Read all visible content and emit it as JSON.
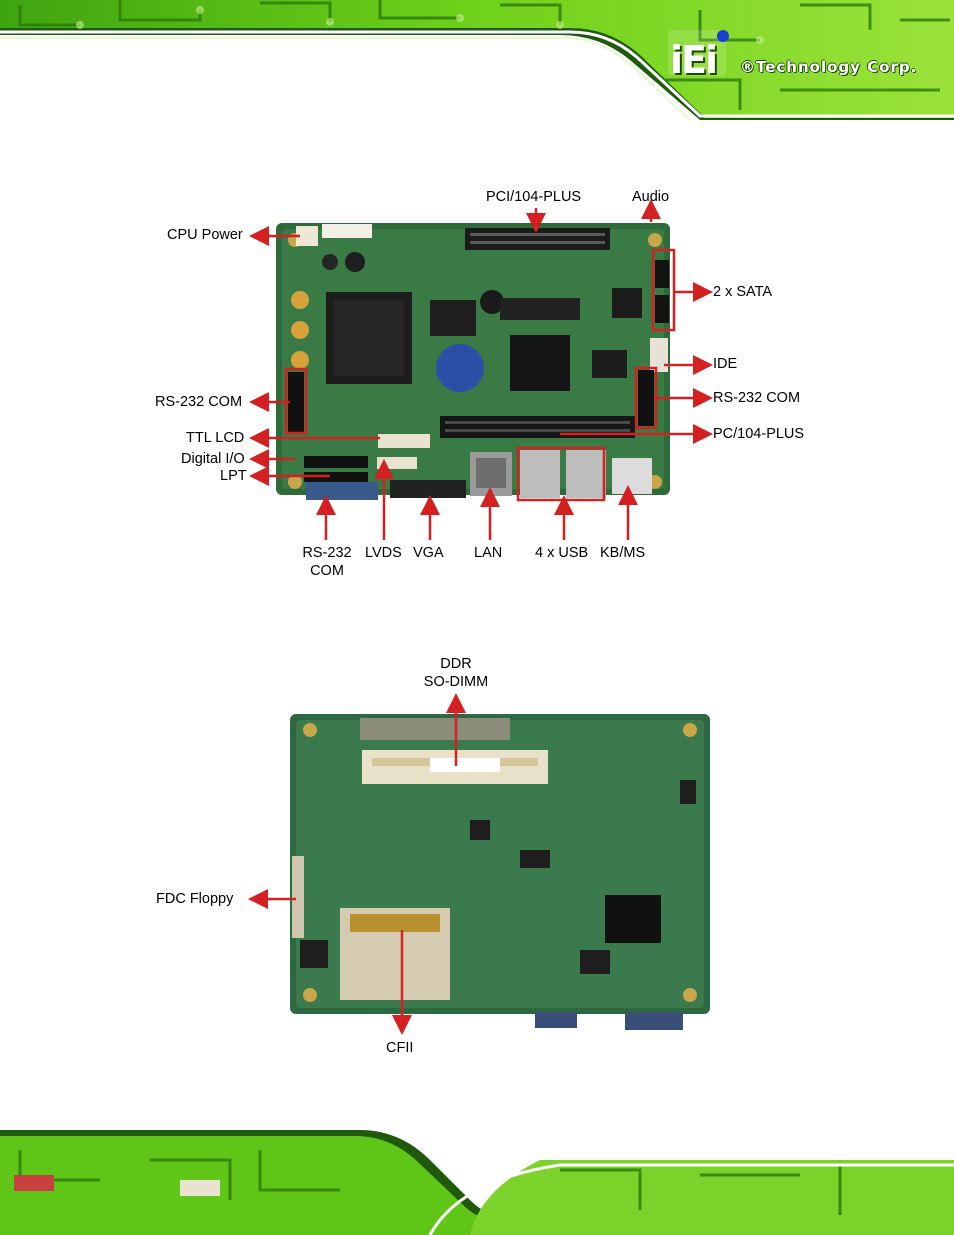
{
  "header": {
    "brand_suffix": "®Technology Corp.",
    "logo_text": "iEi"
  },
  "figure_top": {
    "labels": {
      "pci104": "PCI/104-PLUS",
      "audio": "Audio",
      "cpu_power": "CPU Power",
      "sata": "2 x SATA",
      "ide": "IDE",
      "rs232_left": "RS-232 COM",
      "rs232_right": "RS-232 COM",
      "ttl_lcd": "TTL LCD",
      "pc104": "PC/104-PLUS",
      "digital_io": "Digital I/O",
      "lpt": "LPT",
      "rs232_bottom_1": "RS-232",
      "rs232_bottom_2": "COM",
      "lvds": "LVDS",
      "vga": "VGA",
      "lan": "LAN",
      "usb": "4 x USB",
      "kbms": "KB/MS"
    }
  },
  "figure_bottom": {
    "labels": {
      "ddr_1": "DDR",
      "ddr_2": "SO-DIMM",
      "fdc": "FDC Floppy",
      "cfii": "CFII"
    }
  },
  "colors": {
    "arrow": "#d42020",
    "pcb_green": "#2f6b3a",
    "header_green": "#6fd11a"
  }
}
